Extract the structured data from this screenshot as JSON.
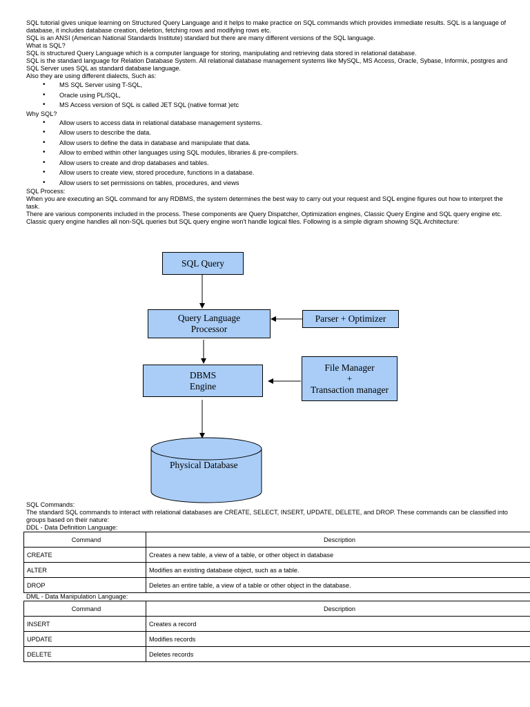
{
  "intro": {
    "p1": "SQL tutorial gives unique learning on Structured Query Language and it helps to make practice on SQL commands which provides immediate results. SQL is a language of database, it includes database creation, deletion, fetching rows and modifying rows etc.",
    "p2": "SQL is an ANSI (American National Standards Institute) standard but there are many different versions of the SQL language.",
    "what_heading": "What is SQL?",
    "what_p1": "SQL is structured Query Language which is a computer language for storing, manipulating and retrieving data stored in relational database.",
    "what_p2": "SQL is the standard language for Relation Database System. All relational database management systems like MySQL, MS Access, Oracle, Sybase, Informix, postgres and SQL Server uses SQL as standard database language.",
    "what_p3": "Also they are using different dialects, Such as:",
    "dialects": [
      "MS SQL Server using T-SQL,",
      "Oracle using PL/SQL,",
      "MS Access version of SQL is called JET SQL (native format )etc"
    ],
    "why_heading": "Why SQL?",
    "why_items": [
      "Allow users to access data in relational database management systems.",
      "Allow users to describe the data.",
      "Allow users to define the data in database and manipulate that data.",
      "Allow to embed within other languages using SQL modules, libraries & pre-compilers.",
      "Allow users to create and drop databases and tables.",
      "Allow users to create view, stored procedure, functions in a database.",
      "Allow users to set permissions on tables, procedures, and views"
    ],
    "process_heading": "SQL Process:",
    "process_p1": "When you are executing an SQL command for any RDBMS, the system determines the best way to carry out your request and SQL engine figures out how to interpret the task.",
    "process_p2": "There are various components included in the process. These components are Query Dispatcher, Optimization engines, Classic Query Engine and SQL query engine etc. Classic query engine handles all non-SQL queries but SQL query engine won't handle logical files. Following is a simple digram showing SQL Architecture:"
  },
  "diagram": {
    "sql_query": "SQL Query",
    "qlp_line1": "Query Language",
    "qlp_line2": "Processor",
    "parser": "Parser + Optimizer",
    "dbms_line1": "DBMS",
    "dbms_line2": "Engine",
    "fm_line1": "File Manager",
    "fm_line2": "+",
    "fm_line3": "Transaction manager",
    "physical_db": "Physical Database",
    "box_color": "#a9cdf7"
  },
  "commands": {
    "heading": "SQL Commands:",
    "p1": "The standard SQL commands to interact with relational databases are CREATE, SELECT, INSERT, UPDATE, DELETE, and DROP. These commands can be classified into groups based on their nature:",
    "ddl_heading": "DDL - Data Definition Language:",
    "col_command": "Command",
    "col_description": "Description",
    "ddl_rows": [
      {
        "cmd": "CREATE",
        "desc": "Creates a new table, a view of a table, or other object in database"
      },
      {
        "cmd": "ALTER",
        "desc": "Modifies an existing database object, such as a table."
      },
      {
        "cmd": "DROP",
        "desc": "Deletes an entire table, a view of a table or other object in the database."
      }
    ],
    "dml_heading": "DML - Data Manipulation Language:",
    "dml_rows": [
      {
        "cmd": "INSERT",
        "desc": "Creates a record"
      },
      {
        "cmd": "UPDATE",
        "desc": "Modifies records"
      },
      {
        "cmd": "DELETE",
        "desc": "Deletes records"
      }
    ]
  }
}
